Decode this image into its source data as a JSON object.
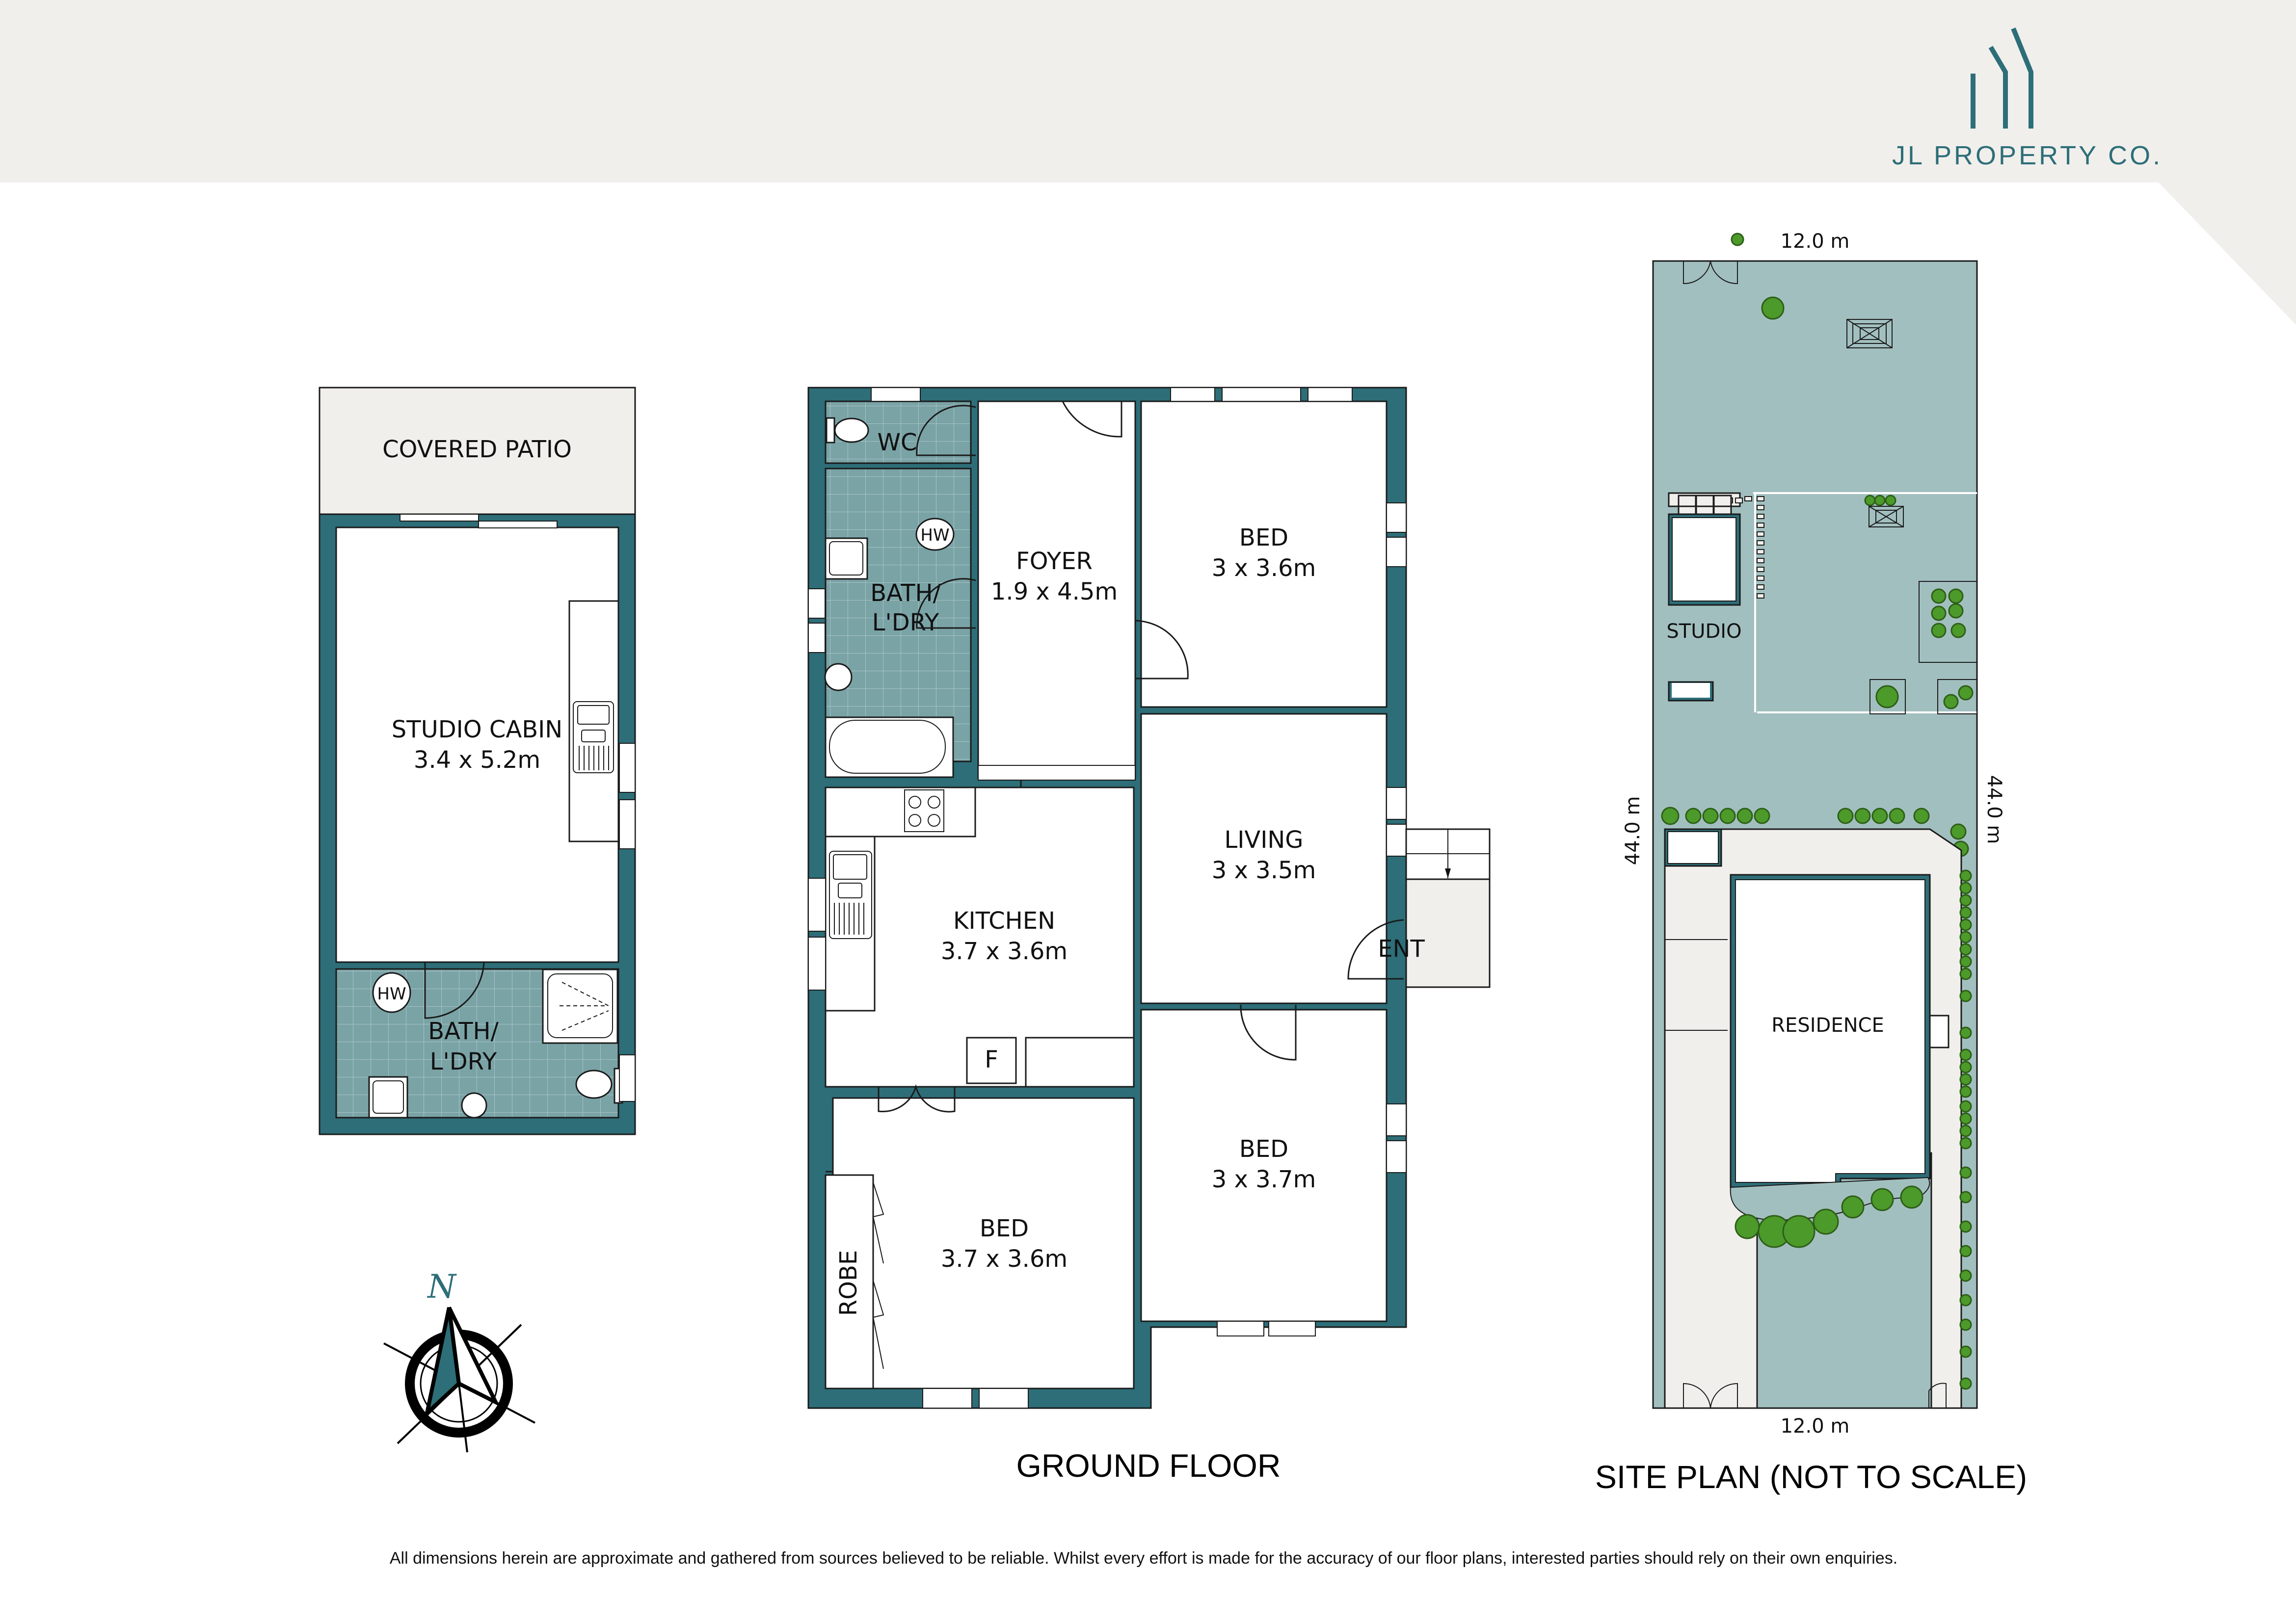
{
  "header": {
    "brand": "JL PROPERTY CO.",
    "brand_color": "#2d6e78",
    "background": "#f0efec"
  },
  "colors": {
    "wall": "#2d6e78",
    "wet_area_tile": "#7aa3a6",
    "site_grass": "#a2bfbf",
    "paving": "#f0efec",
    "trees": "#4c9a2a"
  },
  "studio_cabin": {
    "patio": "COVERED PATIO",
    "main": {
      "name": "STUDIO CABIN",
      "size": "3.4 x 5.2m"
    },
    "bath": {
      "line1": "BATH/",
      "line2": "L'DRY",
      "hw": "HW"
    }
  },
  "ground_floor": {
    "title": "GROUND FLOOR",
    "rooms": {
      "wc": "WC",
      "bath": {
        "line1": "BATH/",
        "line2": "L'DRY",
        "hw": "HW"
      },
      "foyer": {
        "name": "FOYER",
        "size": "1.9 x 4.5m"
      },
      "bed1": {
        "name": "BED",
        "size": "3 x 3.6m"
      },
      "living": {
        "name": "LIVING",
        "size": "3 x 3.5m"
      },
      "ent": "ENT",
      "kitchen": {
        "name": "KITCHEN",
        "size": "3.7 x 3.6m"
      },
      "fridge": "F",
      "bed2": {
        "name": "BED",
        "size": "3 x 3.7m"
      },
      "bed3": {
        "name": "BED",
        "size": "3.7 x 3.6m"
      },
      "robe": "ROBE"
    }
  },
  "compass": {
    "north": "N"
  },
  "site_plan": {
    "title": "SITE PLAN (NOT TO SCALE)",
    "width_top": "12.0 m",
    "width_bottom": "12.0 m",
    "depth_left": "44.0 m",
    "depth_right": "44.0 m",
    "studio": "STUDIO",
    "residence": "RESIDENCE"
  },
  "footer": {
    "disclaimer": "All dimensions herein are approximate and gathered from sources believed to be reliable. Whilst every effort is made for the accuracy of our floor plans, interested parties should rely on their own enquiries."
  }
}
